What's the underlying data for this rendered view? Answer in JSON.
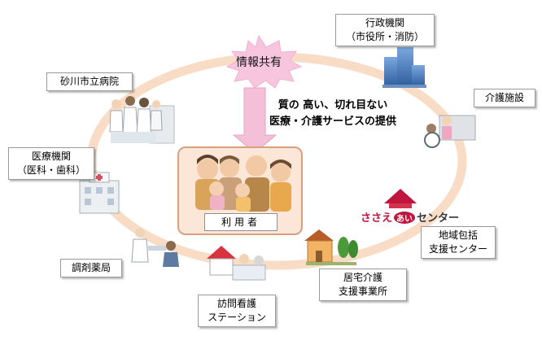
{
  "diagram": {
    "info_share": "情報共有",
    "quality_lines": [
      "質の 高い、切れ目ない",
      "医療・介護サービスの提供"
    ],
    "user": "利用者",
    "nodes": [
      {
        "id": "gyosei",
        "lines": [
          "行政機関",
          "（市役所・消防）"
        ]
      },
      {
        "id": "hospital",
        "lines": [
          "砂川市立病院"
        ]
      },
      {
        "id": "kaigo",
        "lines": [
          "介護施設"
        ]
      },
      {
        "id": "iryo",
        "lines": [
          "医療機関",
          "（医科・歯科）"
        ]
      },
      {
        "id": "chiiki",
        "lines": [
          "地域包括",
          "支援センター"
        ]
      },
      {
        "id": "pharmacy",
        "lines": [
          "調剤薬局"
        ]
      },
      {
        "id": "kyotaku",
        "lines": [
          "居宅介護",
          "支援事業所"
        ]
      },
      {
        "id": "homon",
        "lines": [
          "訪問看護",
          "ステーション"
        ]
      }
    ],
    "logo": {
      "left": "ささえ",
      "mark": "あい",
      "right": "センター"
    }
  },
  "colors": {
    "ring": "#f9dcc6",
    "ring_stroke": "#f2c4a2",
    "arrow": "#f2b3cd",
    "burst": "#f7c6de",
    "center_fill": "#fbe6d7",
    "logo_red": "#c0153c"
  }
}
